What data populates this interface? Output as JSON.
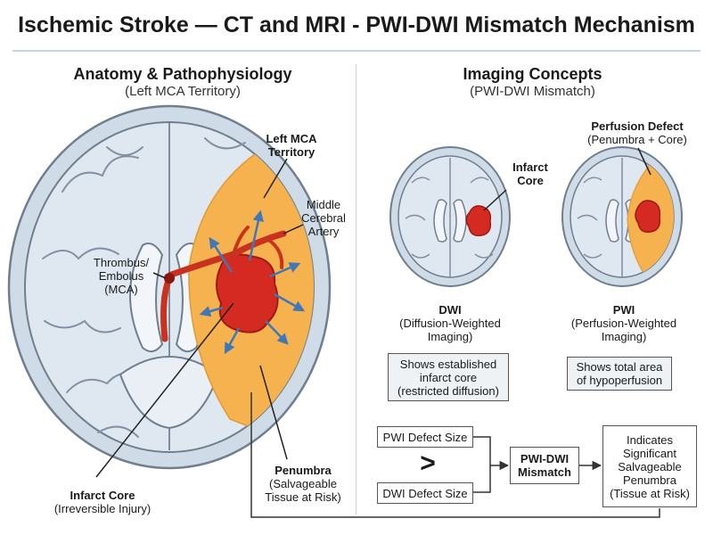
{
  "title": "Ischemic Stroke — CT and MRI - PWI-DWI Mismatch Mechanism",
  "left": {
    "heading": "Anatomy & Pathophysiology",
    "subheading": "(Left MCA Territory)",
    "labels": {
      "mca_territory_1": "Left MCA",
      "mca_territory_2": "Territory",
      "mca_artery_1": "Middle",
      "mca_artery_2": "Cerebral",
      "mca_artery_3": "Artery",
      "thrombus_1": "Thrombus/",
      "thrombus_2": "Embolus",
      "thrombus_3": "(MCA)",
      "infarct_core": "Infarct Core",
      "infarct_core_sub": "(Irreversible Injury)",
      "penumbra": "Penumbra",
      "penumbra_sub_1": "(Salvageable",
      "penumbra_sub_2": "Tissue at Risk)"
    }
  },
  "right": {
    "heading": "Imaging Concepts",
    "subheading": "(PWI-DWI Mismatch)",
    "dwi": {
      "callout_1": "Infarct",
      "callout_2": "Core",
      "name": "DWI",
      "full_1": "(Diffusion-Weighted",
      "full_2": "Imaging)",
      "box_1": "Shows established",
      "box_2": "infarct core",
      "box_3": "(restricted diffusion)"
    },
    "pwi": {
      "callout_1": "Perfusion Defect",
      "callout_2": "(Penumbra + Core)",
      "name": "PWI",
      "full_1": "(Perfusion-Weighted",
      "full_2": "Imaging)",
      "box_1": "Shows total area",
      "box_2": "of hypoperfusion"
    },
    "flow": {
      "pwi_size": "PWI Defect Size",
      "greater": ">",
      "dwi_size": "DWI Defect Size",
      "mismatch_1": "PWI-DWI",
      "mismatch_2": "Mismatch",
      "result_1": "Indicates",
      "result_2": "Significant",
      "result_3": "Salvageable",
      "result_4": "Penumbra",
      "result_5": "(Tissue at Risk)"
    }
  },
  "colors": {
    "penumbra": "#f6b24e",
    "core": "#d42a22",
    "artery": "#c8321e",
    "brain": "#dfe8f1",
    "brain_outline": "#6f7f90",
    "skull": "#cfdbe6",
    "arrow": "#3f77b8"
  }
}
